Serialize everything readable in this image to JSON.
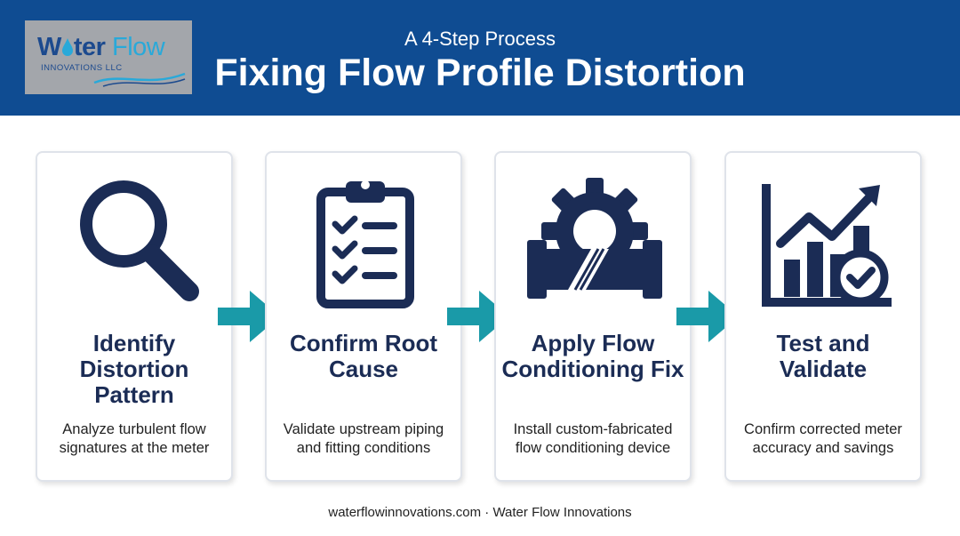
{
  "header": {
    "logo": {
      "name_part1": "W",
      "name_part2": "ter ",
      "name_part3": "Flow",
      "tagline": "INNOVATIONS LLC"
    },
    "subtitle": "A 4-Step Process",
    "title": "Fixing Flow Profile Distortion"
  },
  "steps": [
    {
      "icon": "magnifying-glass-icon",
      "title": "Identify Distortion Pattern",
      "description": "Analyze turbulent flow signatures at the meter"
    },
    {
      "icon": "clipboard-checklist-icon",
      "title": "Confirm Root Cause",
      "description": "Validate upstream piping and fitting conditions"
    },
    {
      "icon": "gear-pipe-icon",
      "title": "Apply Flow Conditioning Fix",
      "description": "Install custom-fabricated flow conditioning device"
    },
    {
      "icon": "chart-checkmark-icon",
      "title": "Test and Validate",
      "description": "Confirm corrected meter accuracy and savings"
    }
  ],
  "footer": "waterflowinnovations.com · Water Flow Innovations",
  "colors": {
    "header_bg": "#0f4c92",
    "icon": "#1b2c55",
    "arrow": "#1a9aa8",
    "logo_accent": "#29a9d9"
  }
}
